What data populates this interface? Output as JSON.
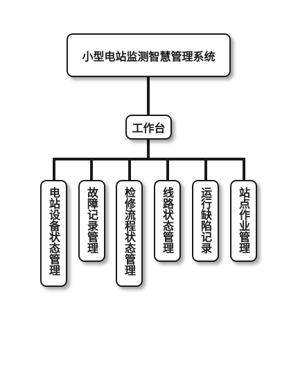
{
  "title": "小型电站监测智慧管理系统",
  "hub": "工作台",
  "modules": [
    "电站设备状态管理",
    "故障记录管理",
    "检修流程状态管理",
    "线路状态管理",
    "运行缺陷记录",
    "站点作业管理"
  ],
  "colors": {
    "border": "#1a1a1a",
    "background": "#ffffff"
  }
}
